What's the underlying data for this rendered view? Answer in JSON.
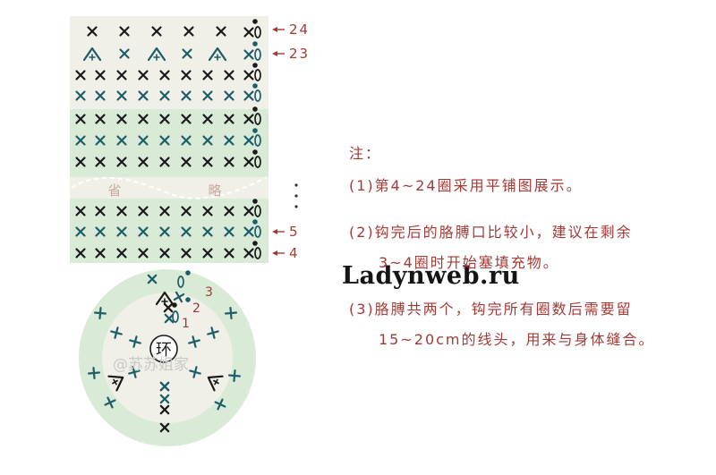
{
  "chart_row_labels": [
    "24",
    "23",
    "5",
    "4"
  ],
  "omit_label_left": "省",
  "omit_label_right": "略",
  "circle_round_labels": [
    "1",
    "2",
    "3"
  ],
  "center_label": "环",
  "notes": {
    "title": "注：",
    "line1": "(1)第4~24圈采用平铺图展示。",
    "line2": "(2)钩完后的胳膊口比较小，建议在剩余",
    "line2b": "3~4圈时开始塞填充物。",
    "line3": "(3)胳膊共两个，钩完所有圈数后需要留",
    "line3b": "15~20cm的线头，用来与身体缝合。"
  },
  "watermark": "Ladynweb.ru",
  "signature": "@苏苏姐家",
  "colors": {
    "grid_bg_top": "#f1f0e8",
    "grid_bg_green": "#d9ebd6",
    "ring_outer": "#d9ebd6",
    "ring_inner": "#f1f0e8",
    "symbol_black": "#1a1a1a",
    "symbol_teal": "#1c5d6a",
    "label_red": "#a23a36"
  }
}
